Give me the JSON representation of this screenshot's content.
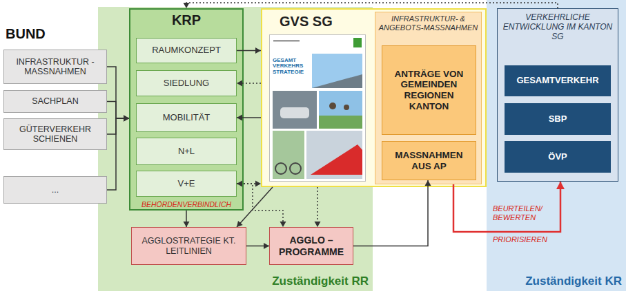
{
  "diagram": {
    "nodes": [
      {
        "text": [
          "INFRASTRUKTUR - MASSNAHMEN"
        ]
      },
      {
        "text": [
          "SACHPLAN"
        ]
      },
      {
        "text": [
          "GÜTERVERKEHR SCHIENEN"
        ]
      },
      {
        "text": [
          "..."
        ]
      },
      {
        "text": [
          "Zuständigkeit RR"
        ]
      },
      {
        "text": [
          "KRP",
          "BEHÖRDENVERBINDLICH"
        ],
        "in": 4
      },
      {
        "text": [
          "RAUMKONZEPT"
        ],
        "in": 5
      },
      {
        "text": [
          "SIEDLUNG"
        ],
        "in": 5
      },
      {
        "text": [
          "MOBILITÄT"
        ],
        "in": 5
      },
      {
        "text": [
          "N+L"
        ],
        "in": 5
      },
      {
        "text": [
          "V+E"
        ],
        "in": 5
      },
      {
        "text": [
          "GVS SG"
        ]
      },
      {
        "text": [
          "INFRASTRUKTUR- & ANGEBOTS-MASSNAHMEN"
        ],
        "in": 11
      },
      {
        "text": [
          "ANTRÄGE VON GEMEINDEN REGIONEN KANTON"
        ],
        "in": 12
      },
      {
        "text": [
          "MASSNAHMEN AUS AP"
        ],
        "in": 12
      },
      {
        "text": [
          "AGGLOSTRATEGIE KT. LEITLINIEN"
        ],
        "in": 4
      },
      {
        "text": [
          "AGGLO – PROGRAMME"
        ],
        "in": 4
      },
      {
        "text": [
          "Zuständigkeit KR"
        ]
      },
      {
        "text": [
          "VERKEHRLICHE ENTWICKLUNG IM KANTON SG"
        ],
        "in": 17
      },
      {
        "text": [
          "GESAMTVERKEHR"
        ],
        "in": 18
      },
      {
        "text": [
          "SBP"
        ],
        "in": 18
      },
      {
        "text": [
          "ÖVP"
        ],
        "in": 18
      }
    ],
    "edges": [
      {
        "from": 0,
        "to": 5,
        "arrow": "to"
      },
      {
        "from": 1,
        "to": 5,
        "arrow": "to"
      },
      {
        "from": 2,
        "to": 5,
        "arrow": "to"
      },
      {
        "from": 3,
        "to": 5,
        "arrow": "to"
      },
      {
        "from": 18,
        "to": 5,
        "arrow": "to"
      },
      {
        "from": 6,
        "to": 11,
        "arrow": "to"
      },
      {
        "from": 11,
        "to": 7,
        "arrow": "to"
      },
      {
        "from": 11,
        "to": 8,
        "arrow": "to"
      },
      {
        "from": 10,
        "to": 11,
        "arrow": "both"
      },
      {
        "from": 5,
        "to": 15,
        "arrow": "to"
      },
      {
        "from": 11,
        "to": 15,
        "arrow": "to"
      },
      {
        "from": 11,
        "to": 16,
        "arrow": "to"
      },
      {
        "from": 10,
        "to": 16,
        "arrow": "to"
      },
      {
        "from": 15,
        "to": 16,
        "arrow": "to"
      },
      {
        "from": 16,
        "to": 14,
        "arrow": "to"
      },
      {
        "from": 12,
        "to": 18,
        "label": "BEURTEILEN/ BEWERTEN",
        "arrow": "to"
      }
    ],
    "labels": [
      "BUND",
      "GESAMT VERKEHRS STRATEGIE",
      "PRIORISIEREN"
    ]
  }
}
